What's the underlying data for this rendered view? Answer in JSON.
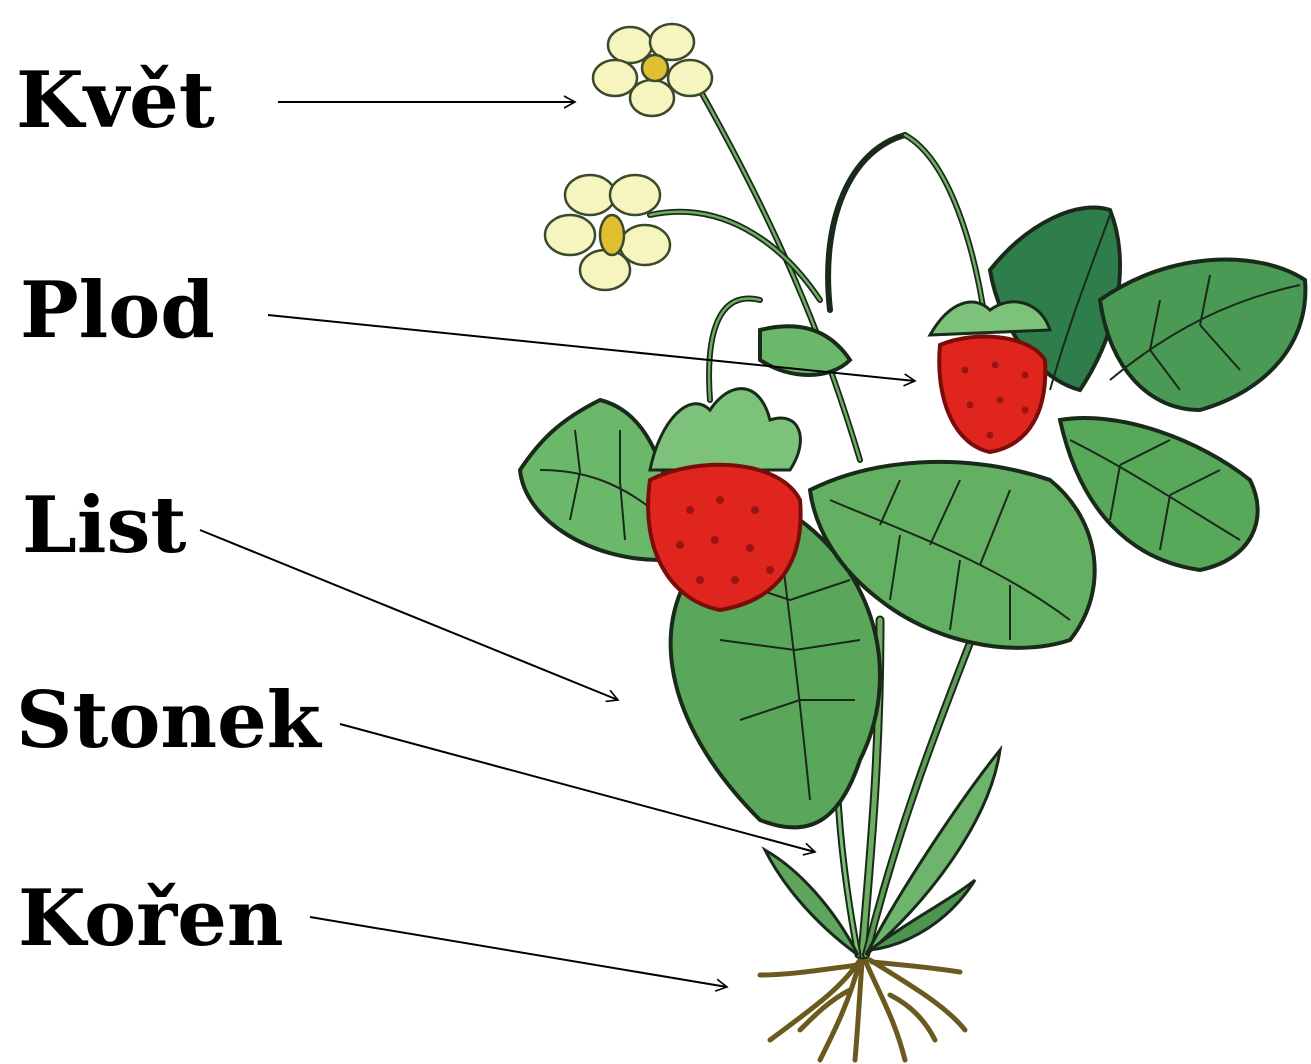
{
  "labels": {
    "flower": "Květ",
    "fruit": "Plod",
    "leaf": "List",
    "stem": "Stonek",
    "root": "Kořen"
  },
  "colors": {
    "leaf_light": "#7cc27a",
    "leaf_mid": "#58a45a",
    "leaf_dark": "#2f7d4a",
    "fruit": "#e0241e",
    "petal": "#f6f5bf",
    "flower_center": "#e0c030",
    "root": "#6b5a1e",
    "outline": "#1a2a1a"
  }
}
